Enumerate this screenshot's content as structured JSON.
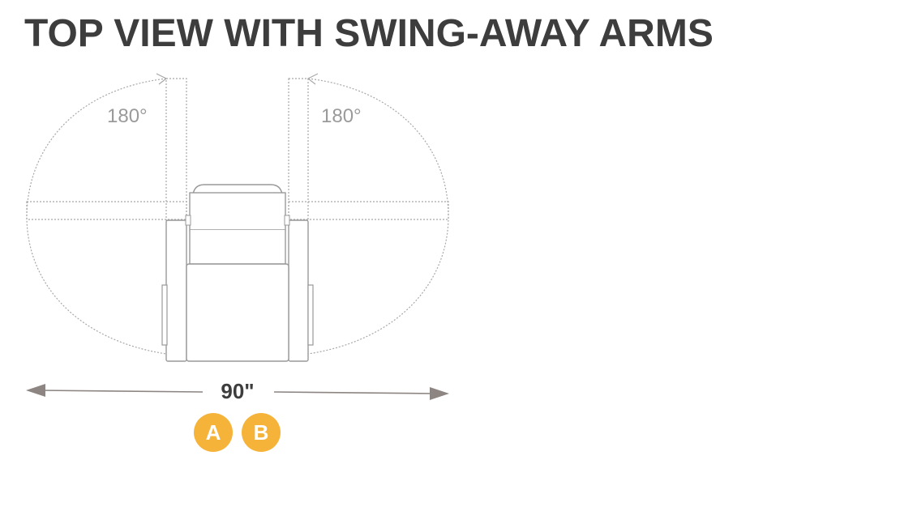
{
  "title": "TOP VIEW WITH SWING-AWAY ARMS",
  "diagram": {
    "left_angle": "180°",
    "right_angle": "180°",
    "width_dimension": "90\""
  },
  "badges": [
    {
      "label": "A",
      "color": "#f6b33a"
    },
    {
      "label": "B",
      "color": "#f6b33a"
    }
  ],
  "colors": {
    "title": "#3d3d3d",
    "outline": "#999999",
    "dotted": "#a8a8a8",
    "arrow": "#8c8582",
    "badge": "#f6b33a"
  }
}
